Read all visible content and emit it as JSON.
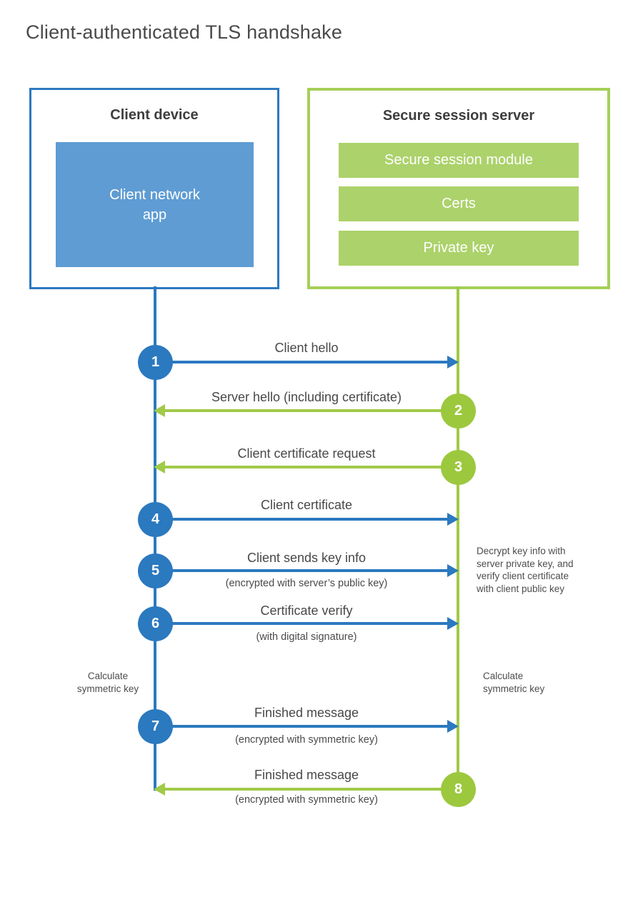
{
  "palette": {
    "blue": "#2b79bf",
    "blue_fill": "#5e9cd3",
    "green": "#a0ca47",
    "green_circle": "#9cc83e",
    "green_fill": "#acd26b",
    "heading_text": "#3e3e3e",
    "label_text": "#484848"
  },
  "title": "Client-authenticated TLS handshake",
  "client_box": {
    "title": "Client device",
    "app_label": "Client network\napp"
  },
  "server_box": {
    "title": "Secure session server",
    "modules": [
      "Secure session module",
      "Certs",
      "Private key"
    ]
  },
  "messages": [
    {
      "num": "1",
      "label": "Client hello",
      "sublabel": "",
      "direction": "right",
      "from": "client"
    },
    {
      "num": "2",
      "label": "Server hello (including certificate)",
      "sublabel": "",
      "direction": "left",
      "from": "server"
    },
    {
      "num": "3",
      "label": "Client certificate request",
      "sublabel": "",
      "direction": "left",
      "from": "server"
    },
    {
      "num": "4",
      "label": "Client certificate",
      "sublabel": "",
      "direction": "right",
      "from": "client"
    },
    {
      "num": "5",
      "label": "Client sends key info",
      "sublabel": "(encrypted with server’s public key)",
      "direction": "right",
      "from": "client"
    },
    {
      "num": "6",
      "label": "Certificate verify",
      "sublabel": "(with digital signature)",
      "direction": "right",
      "from": "client"
    },
    {
      "num": "7",
      "label": "Finished message",
      "sublabel": "(encrypted with symmetric key)",
      "direction": "right",
      "from": "client"
    },
    {
      "num": "8",
      "label": "Finished message",
      "sublabel": "(encrypted with symmetric key)",
      "direction": "left",
      "from": "server"
    }
  ],
  "annotations": {
    "decrypt_note": "Decrypt key info with\nserver private key, and\nverify client certificate\nwith client public key",
    "calculate_left": "Calculate\nsymmetric key",
    "calculate_right": "Calculate\nsymmetric key"
  }
}
